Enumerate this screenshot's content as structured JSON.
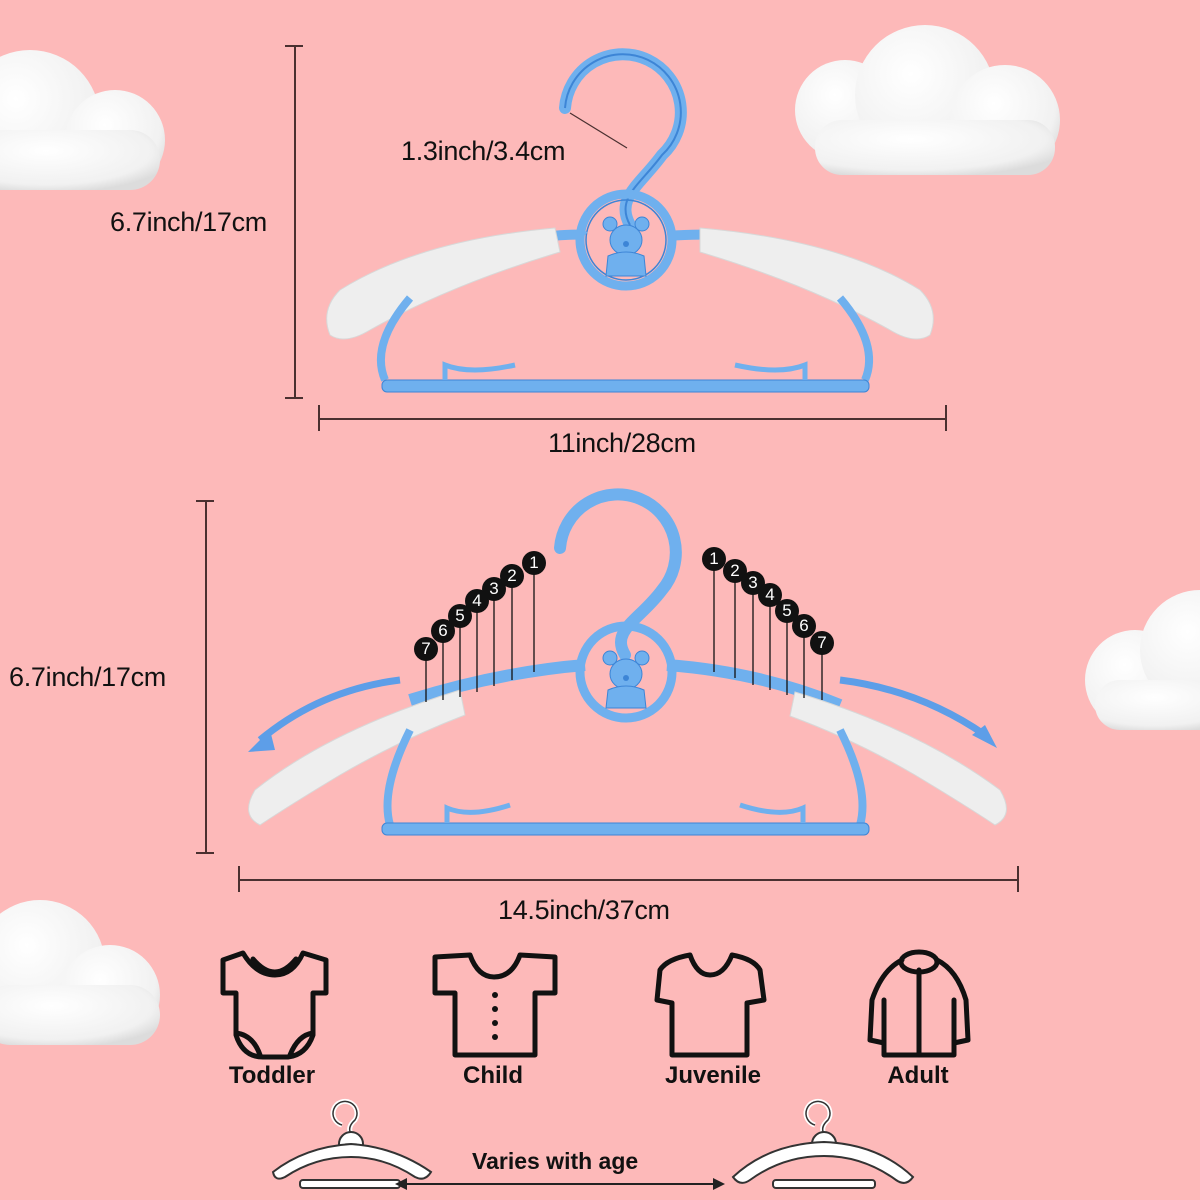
{
  "colors": {
    "background": "#fdb9b9",
    "hanger_blue": "#6fb0ee",
    "hanger_blue_dark": "#3d85d6",
    "hanger_white": "#eeeeee",
    "marker_black": "#111111"
  },
  "top_hanger": {
    "hook_opening_label": "1.3inch/3.4cm",
    "height_label": "6.7inch/17cm",
    "width_label": "11inch/28cm"
  },
  "extended_hanger": {
    "height_label": "6.7inch/17cm",
    "width_label": "14.5inch/37cm",
    "left_positions": [
      "7",
      "6",
      "5",
      "4",
      "3",
      "2",
      "1"
    ],
    "right_positions": [
      "1",
      "2",
      "3",
      "4",
      "5",
      "6",
      "7"
    ]
  },
  "categories": [
    {
      "label": "Toddler",
      "icon": "bodysuit-icon"
    },
    {
      "label": "Child",
      "icon": "buttoned-shirt-icon"
    },
    {
      "label": "Juvenile",
      "icon": "tshirt-icon"
    },
    {
      "label": "Adult",
      "icon": "jacket-icon"
    }
  ],
  "footer": {
    "caption": "Varies with age"
  }
}
